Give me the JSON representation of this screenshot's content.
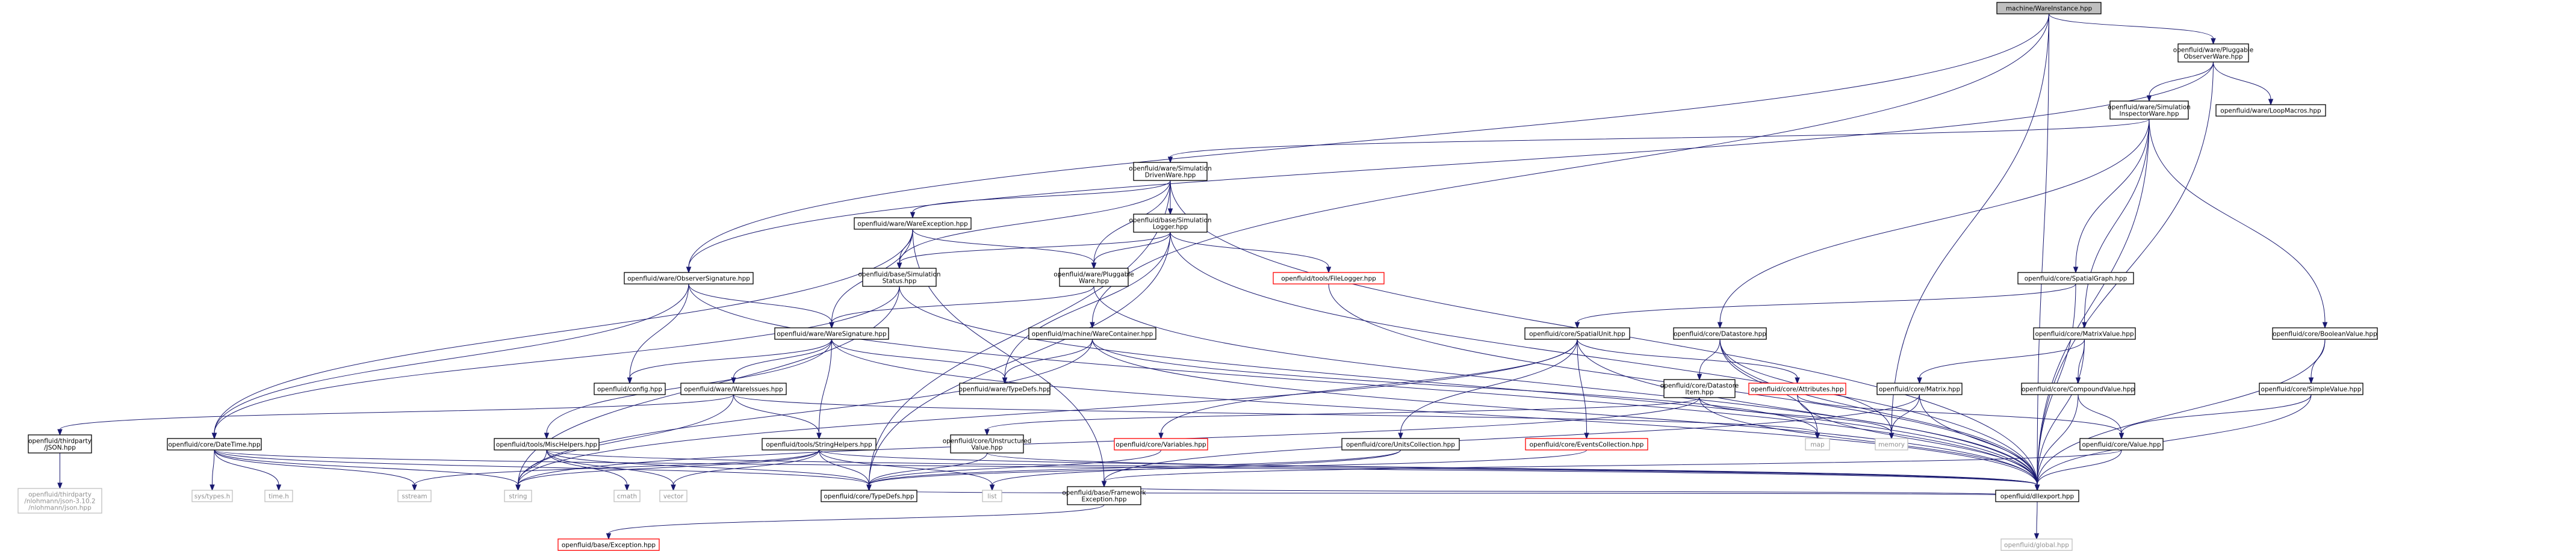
{
  "colors": {
    "edge": "#191970",
    "node_border": "#000000",
    "node_fill": "#ffffff",
    "root_fill": "#bfbfbf",
    "broken_border": "#ff0000",
    "system_border": "#bfbfbf",
    "system_text": "#808080"
  },
  "nodes": [
    {
      "id": "root",
      "lines": [
        "machine/WareInstance.hpp"
      ],
      "kind": "root"
    },
    {
      "id": "pluggobs",
      "lines": [
        "openfluid/ware/Pluggable",
        "ObserverWare.hpp"
      ],
      "kind": "normal"
    },
    {
      "id": "siminspect",
      "lines": [
        "openfluid/ware/Simulation",
        "InspectorWare.hpp"
      ],
      "kind": "normal"
    },
    {
      "id": "loopmacros",
      "lines": [
        "openfluid/ware/LoopMacros.hpp"
      ],
      "kind": "normal"
    },
    {
      "id": "simdriven",
      "lines": [
        "openfluid/ware/Simulation",
        "DrivenWare.hpp"
      ],
      "kind": "normal"
    },
    {
      "id": "wareexc",
      "lines": [
        "openfluid/ware/WareException.hpp"
      ],
      "kind": "normal"
    },
    {
      "id": "simlogger",
      "lines": [
        "openfluid/base/Simulation",
        "Logger.hpp"
      ],
      "kind": "normal"
    },
    {
      "id": "obssig",
      "lines": [
        "openfluid/ware/ObserverSignature.hpp"
      ],
      "kind": "normal"
    },
    {
      "id": "simstatus",
      "lines": [
        "openfluid/base/Simulation",
        "Status.hpp"
      ],
      "kind": "normal"
    },
    {
      "id": "pluggware",
      "lines": [
        "openfluid/ware/Pluggable",
        "Ware.hpp"
      ],
      "kind": "normal"
    },
    {
      "id": "filelogger",
      "lines": [
        "openfluid/tools/FileLogger.hpp"
      ],
      "kind": "broken"
    },
    {
      "id": "spatialgraph",
      "lines": [
        "openfluid/core/SpatialGraph.hpp"
      ],
      "kind": "normal"
    },
    {
      "id": "waresig",
      "lines": [
        "openfluid/ware/WareSignature.hpp"
      ],
      "kind": "normal"
    },
    {
      "id": "warecontainer",
      "lines": [
        "openfluid/machine/WareContainer.hpp"
      ],
      "kind": "normal"
    },
    {
      "id": "spatialunit",
      "lines": [
        "openfluid/core/SpatialUnit.hpp"
      ],
      "kind": "normal"
    },
    {
      "id": "datastore",
      "lines": [
        "openfluid/core/Datastore.hpp"
      ],
      "kind": "normal"
    },
    {
      "id": "matrixvalue",
      "lines": [
        "openfluid/core/MatrixValue.hpp"
      ],
      "kind": "normal"
    },
    {
      "id": "boolvalue",
      "lines": [
        "openfluid/core/BooleanValue.hpp"
      ],
      "kind": "normal"
    },
    {
      "id": "config",
      "lines": [
        "openfluid/config.hpp"
      ],
      "kind": "normal"
    },
    {
      "id": "wareissues",
      "lines": [
        "openfluid/ware/WareIssues.hpp"
      ],
      "kind": "normal"
    },
    {
      "id": "waretypedefs",
      "lines": [
        "openfluid/ware/TypeDefs.hpp"
      ],
      "kind": "normal"
    },
    {
      "id": "dsitem",
      "lines": [
        "openfluid/core/Datastore",
        "Item.hpp"
      ],
      "kind": "normal"
    },
    {
      "id": "attributes",
      "lines": [
        "openfluid/core/Attributes.hpp"
      ],
      "kind": "broken"
    },
    {
      "id": "matrix",
      "lines": [
        "openfluid/core/Matrix.hpp"
      ],
      "kind": "normal"
    },
    {
      "id": "compound",
      "lines": [
        "openfluid/core/CompoundValue.hpp"
      ],
      "kind": "normal"
    },
    {
      "id": "simplevalue",
      "lines": [
        "openfluid/core/SimpleValue.hpp"
      ],
      "kind": "normal"
    },
    {
      "id": "json",
      "lines": [
        "openfluid/thirdparty",
        "/JSON.hpp"
      ],
      "kind": "normal"
    },
    {
      "id": "datetime",
      "lines": [
        "openfluid/core/DateTime.hpp"
      ],
      "kind": "normal"
    },
    {
      "id": "mischelpers",
      "lines": [
        "openfluid/tools/MiscHelpers.hpp"
      ],
      "kind": "normal"
    },
    {
      "id": "strhelpers",
      "lines": [
        "openfluid/tools/StringHelpers.hpp"
      ],
      "kind": "normal"
    },
    {
      "id": "variables",
      "lines": [
        "openfluid/core/Variables.hpp"
      ],
      "kind": "broken"
    },
    {
      "id": "unstructured",
      "lines": [
        "openfluid/core/Unstructured",
        "Value.hpp"
      ],
      "kind": "normal"
    },
    {
      "id": "unitscoll",
      "lines": [
        "openfluid/core/UnitsCollection.hpp"
      ],
      "kind": "normal"
    },
    {
      "id": "eventscoll",
      "lines": [
        "openfluid/core/EventsCollection.hpp"
      ],
      "kind": "broken"
    },
    {
      "id": "map",
      "lines": [
        "map"
      ],
      "kind": "system"
    },
    {
      "id": "memory",
      "lines": [
        "memory"
      ],
      "kind": "system"
    },
    {
      "id": "value",
      "lines": [
        "openfluid/core/Value.hpp"
      ],
      "kind": "normal"
    },
    {
      "id": "nlohmann",
      "lines": [
        "openfluid/thirdparty",
        "/nlohmann/json-3.10.2",
        "/nlohmann/json.hpp"
      ],
      "kind": "system"
    },
    {
      "id": "systypes",
      "lines": [
        "sys/types.h"
      ],
      "kind": "system"
    },
    {
      "id": "timeh",
      "lines": [
        "time.h"
      ],
      "kind": "system"
    },
    {
      "id": "sstream",
      "lines": [
        "sstream"
      ],
      "kind": "system"
    },
    {
      "id": "string",
      "lines": [
        "string"
      ],
      "kind": "system"
    },
    {
      "id": "cmath",
      "lines": [
        "cmath"
      ],
      "kind": "system"
    },
    {
      "id": "vector",
      "lines": [
        "vector"
      ],
      "kind": "system"
    },
    {
      "id": "coretypedefs",
      "lines": [
        "openfluid/core/TypeDefs.hpp"
      ],
      "kind": "normal"
    },
    {
      "id": "list",
      "lines": [
        "list"
      ],
      "kind": "system"
    },
    {
      "id": "fwexc",
      "lines": [
        "openfluid/base/Framework",
        "Exception.hpp"
      ],
      "kind": "normal"
    },
    {
      "id": "dllexport",
      "lines": [
        "openfluid/dllexport.hpp"
      ],
      "kind": "normal"
    },
    {
      "id": "baseexc",
      "lines": [
        "openfluid/base/Exception.hpp"
      ],
      "kind": "broken"
    },
    {
      "id": "global",
      "lines": [
        "openfluid/global.hpp"
      ],
      "kind": "system"
    }
  ],
  "edges": [
    [
      "root",
      "pluggobs"
    ],
    [
      "root",
      "obssig"
    ],
    [
      "root",
      "warecontainer"
    ],
    [
      "root",
      "memory"
    ],
    [
      "root",
      "dllexport"
    ],
    [
      "pluggobs",
      "siminspect"
    ],
    [
      "pluggobs",
      "loopmacros"
    ],
    [
      "pluggobs",
      "obssig"
    ],
    [
      "pluggobs",
      "dllexport"
    ],
    [
      "siminspect",
      "simdriven"
    ],
    [
      "siminspect",
      "spatialgraph"
    ],
    [
      "siminspect",
      "boolvalue"
    ],
    [
      "siminspect",
      "matrixvalue"
    ],
    [
      "siminspect",
      "datastore"
    ],
    [
      "siminspect",
      "dllexport"
    ],
    [
      "simdriven",
      "wareexc"
    ],
    [
      "simdriven",
      "simlogger"
    ],
    [
      "simdriven",
      "pluggware"
    ],
    [
      "simdriven",
      "simstatus"
    ],
    [
      "simdriven",
      "coretypedefs"
    ],
    [
      "simdriven",
      "dllexport"
    ],
    [
      "wareexc",
      "simstatus"
    ],
    [
      "wareexc",
      "pluggware"
    ],
    [
      "wareexc",
      "waresig"
    ],
    [
      "wareexc",
      "fwexc"
    ],
    [
      "wareexc",
      "datetime"
    ],
    [
      "simlogger",
      "simstatus"
    ],
    [
      "simlogger",
      "pluggware"
    ],
    [
      "simlogger",
      "filelogger"
    ],
    [
      "simlogger",
      "waretypedefs"
    ],
    [
      "simlogger",
      "dllexport"
    ],
    [
      "simlogger",
      "coretypedefs"
    ],
    [
      "obssig",
      "waresig"
    ],
    [
      "obssig",
      "config"
    ],
    [
      "obssig",
      "datetime"
    ],
    [
      "obssig",
      "dllexport"
    ],
    [
      "simstatus",
      "datetime"
    ],
    [
      "simstatus",
      "dllexport"
    ],
    [
      "simstatus",
      "string"
    ],
    [
      "pluggware",
      "waresig"
    ],
    [
      "pluggware",
      "dllexport"
    ],
    [
      "filelogger",
      "dllexport"
    ],
    [
      "spatialgraph",
      "spatialunit"
    ],
    [
      "spatialgraph",
      "dllexport"
    ],
    [
      "waresig",
      "wareissues"
    ],
    [
      "waresig",
      "waretypedefs"
    ],
    [
      "waresig",
      "config"
    ],
    [
      "waresig",
      "strhelpers"
    ],
    [
      "waresig",
      "mischelpers"
    ],
    [
      "waresig",
      "dllexport"
    ],
    [
      "warecontainer",
      "waretypedefs"
    ],
    [
      "warecontainer",
      "string"
    ],
    [
      "warecontainer",
      "map"
    ],
    [
      "warecontainer",
      "dllexport"
    ],
    [
      "spatialunit",
      "attributes"
    ],
    [
      "spatialunit",
      "variables"
    ],
    [
      "spatialunit",
      "unitscoll"
    ],
    [
      "spatialunit",
      "eventscoll"
    ],
    [
      "spatialunit",
      "dllexport"
    ],
    [
      "spatialunit",
      "string"
    ],
    [
      "datastore",
      "dsitem"
    ],
    [
      "datastore",
      "map"
    ],
    [
      "datastore",
      "memory"
    ],
    [
      "datastore",
      "dllexport"
    ],
    [
      "matrixvalue",
      "compound"
    ],
    [
      "matrixvalue",
      "matrix"
    ],
    [
      "matrixvalue",
      "dllexport"
    ],
    [
      "boolvalue",
      "simplevalue"
    ],
    [
      "boolvalue",
      "dllexport"
    ],
    [
      "wareissues",
      "json"
    ],
    [
      "wareissues",
      "strhelpers"
    ],
    [
      "wareissues",
      "map"
    ],
    [
      "wareissues",
      "string"
    ],
    [
      "dsitem",
      "unstructured"
    ],
    [
      "dsitem",
      "memory"
    ],
    [
      "dsitem",
      "string"
    ],
    [
      "dsitem",
      "dllexport"
    ],
    [
      "attributes",
      "value"
    ],
    [
      "attributes",
      "dllexport"
    ],
    [
      "matrix",
      "memory"
    ],
    [
      "matrix",
      "dllexport"
    ],
    [
      "matrix",
      "fwexc"
    ],
    [
      "compound",
      "value"
    ],
    [
      "compound",
      "dllexport"
    ],
    [
      "simplevalue",
      "value"
    ],
    [
      "simplevalue",
      "dllexport"
    ],
    [
      "json",
      "nlohmann"
    ],
    [
      "datetime",
      "systypes"
    ],
    [
      "datetime",
      "timeh"
    ],
    [
      "datetime",
      "sstream"
    ],
    [
      "datetime",
      "string"
    ],
    [
      "datetime",
      "coretypedefs"
    ],
    [
      "datetime",
      "dllexport"
    ],
    [
      "mischelpers",
      "cmath"
    ],
    [
      "mischelpers",
      "vector"
    ],
    [
      "mischelpers",
      "string"
    ],
    [
      "mischelpers",
      "coretypedefs"
    ],
    [
      "mischelpers",
      "dllexport"
    ],
    [
      "strhelpers",
      "sstream"
    ],
    [
      "strhelpers",
      "vector"
    ],
    [
      "strhelpers",
      "list"
    ],
    [
      "strhelpers",
      "string"
    ],
    [
      "strhelpers",
      "coretypedefs"
    ],
    [
      "strhelpers",
      "dllexport"
    ],
    [
      "variables",
      "coretypedefs"
    ],
    [
      "unstructured",
      "coretypedefs"
    ],
    [
      "unstructured",
      "dllexport"
    ],
    [
      "unitscoll",
      "coretypedefs"
    ],
    [
      "unitscoll",
      "list"
    ],
    [
      "eventscoll",
      "coretypedefs"
    ],
    [
      "value",
      "fwexc"
    ],
    [
      "value",
      "dllexport"
    ],
    [
      "coretypedefs",
      "dllexport"
    ],
    [
      "fwexc",
      "baseexc"
    ],
    [
      "fwexc",
      "dllexport"
    ],
    [
      "dllexport",
      "global"
    ]
  ]
}
